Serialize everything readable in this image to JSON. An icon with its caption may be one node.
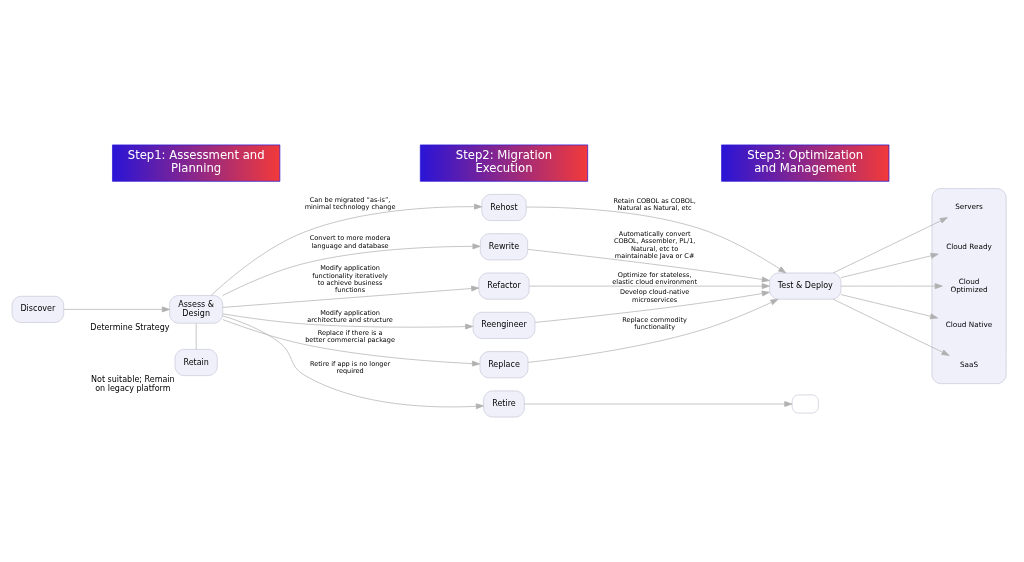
{
  "diagram": {
    "nodes": [
      {
        "text": [
          "Step1: Assessment and Planning"
        ]
      },
      {
        "text": [
          "Step2: Migration Execution"
        ]
      },
      {
        "text": [
          "Step3: Optimization and Management"
        ]
      },
      {
        "text": [
          "Discover"
        ]
      },
      {
        "text": [
          "Assess & Design"
        ],
        "beside": [
          "Determine Strategy"
        ]
      },
      {
        "text": [
          "Retain"
        ],
        "beside": [
          "Not suitable; Remain on legacy platform"
        ]
      },
      {
        "text": [
          "Rehost"
        ]
      },
      {
        "text": [
          "Rewrite"
        ]
      },
      {
        "text": [
          "Refactor"
        ]
      },
      {
        "text": [
          "Reengineer"
        ]
      },
      {
        "text": [
          "Replace"
        ]
      },
      {
        "text": [
          "Retire"
        ]
      },
      {
        "text": [],
        "shape": "box"
      },
      {
        "text": [
          "Test & Deploy"
        ]
      },
      {
        "text": [],
        "shape": "box"
      },
      {
        "text": [
          "Servers"
        ],
        "in": 14
      },
      {
        "text": [
          "Cloud Ready"
        ],
        "in": 14
      },
      {
        "text": [
          "Cloud Optimized"
        ],
        "in": 14
      },
      {
        "text": [
          "Cloud Native"
        ],
        "in": 14
      },
      {
        "text": [
          "SaaS"
        ],
        "in": 14
      }
    ],
    "edges": [
      {
        "from": 3,
        "to": 4,
        "arrow": "to"
      },
      {
        "from": 4,
        "to": 6,
        "arrow": "to",
        "label": "Can be migrated “as-is”, minimal technology change"
      },
      {
        "from": 4,
        "to": 7,
        "arrow": "to",
        "label": "Convert to more modera language and database"
      },
      {
        "from": 4,
        "to": 8,
        "arrow": "to",
        "label": "Modify application functionality iteratively to achieve business functions"
      },
      {
        "from": 4,
        "to": 9,
        "arrow": "to",
        "label": "Modify application architecture and structure"
      },
      {
        "from": 4,
        "to": 10,
        "arrow": "to",
        "label": "Replace if there is a better commercial package"
      },
      {
        "from": 4,
        "to": 11,
        "arrow": "to",
        "label": "Retire if app is no longer required"
      },
      {
        "from": 4,
        "to": 5,
        "arrow": "none"
      },
      {
        "from": 6,
        "to": 13,
        "arrow": "to",
        "label": "Retain COBOL as COBOL, Natural as Natural, etc"
      },
      {
        "from": 7,
        "to": 13,
        "arrow": "to",
        "label": "Automatically convert COBOL, Assembler, PL/1, Natural, etc to maintainable Java or C#"
      },
      {
        "from": 8,
        "to": 13,
        "arrow": "to",
        "label": "Optimize for stateless, elastic cloud environment"
      },
      {
        "from": 9,
        "to": 13,
        "arrow": "to",
        "label": "Develop cloud-native microservices"
      },
      {
        "from": 10,
        "to": 13,
        "arrow": "to",
        "label": "Replace commodity functionality"
      },
      {
        "from": 11,
        "to": 12,
        "arrow": "to"
      },
      {
        "from": 13,
        "to": 15,
        "arrow": "to"
      },
      {
        "from": 13,
        "to": 16,
        "arrow": "to"
      },
      {
        "from": 13,
        "to": 17,
        "arrow": "to"
      },
      {
        "from": 13,
        "to": 18,
        "arrow": "to"
      },
      {
        "from": 13,
        "to": 19,
        "arrow": "to"
      }
    ]
  }
}
